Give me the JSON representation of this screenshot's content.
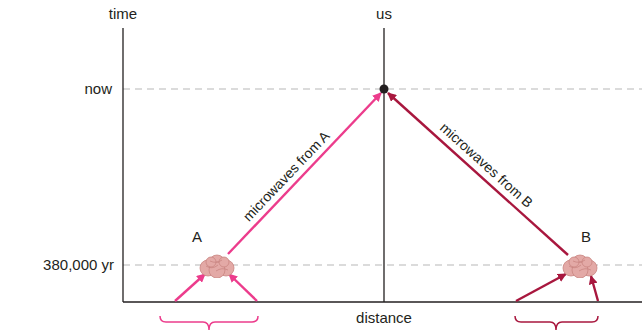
{
  "diagram": {
    "nodes": [
      {
        "text": [
          "A"
        ]
      },
      {
        "text": [
          "B"
        ]
      }
    ],
    "labels": [
      "time",
      "us",
      "now",
      "380,000 yr",
      "distance",
      "microwaves from A",
      "microwaves from B"
    ]
  }
}
